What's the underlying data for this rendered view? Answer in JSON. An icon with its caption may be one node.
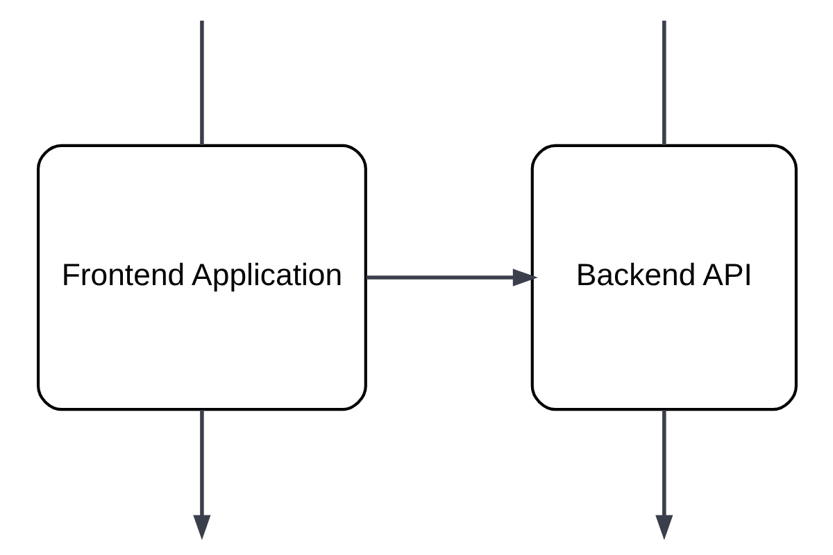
{
  "diagram": {
    "nodes": [
      {
        "text": [
          "Frontend Application"
        ]
      },
      {
        "text": [
          "Backend API"
        ]
      }
    ],
    "edges": [
      {
        "from": null,
        "to": 0,
        "arrow": "none"
      },
      {
        "from": null,
        "to": 1,
        "arrow": "none"
      },
      {
        "from": 0,
        "to": 1,
        "arrow": "to"
      },
      {
        "from": 0,
        "to": null,
        "arrow": "to"
      },
      {
        "from": 1,
        "to": null,
        "arrow": "to"
      }
    ]
  }
}
